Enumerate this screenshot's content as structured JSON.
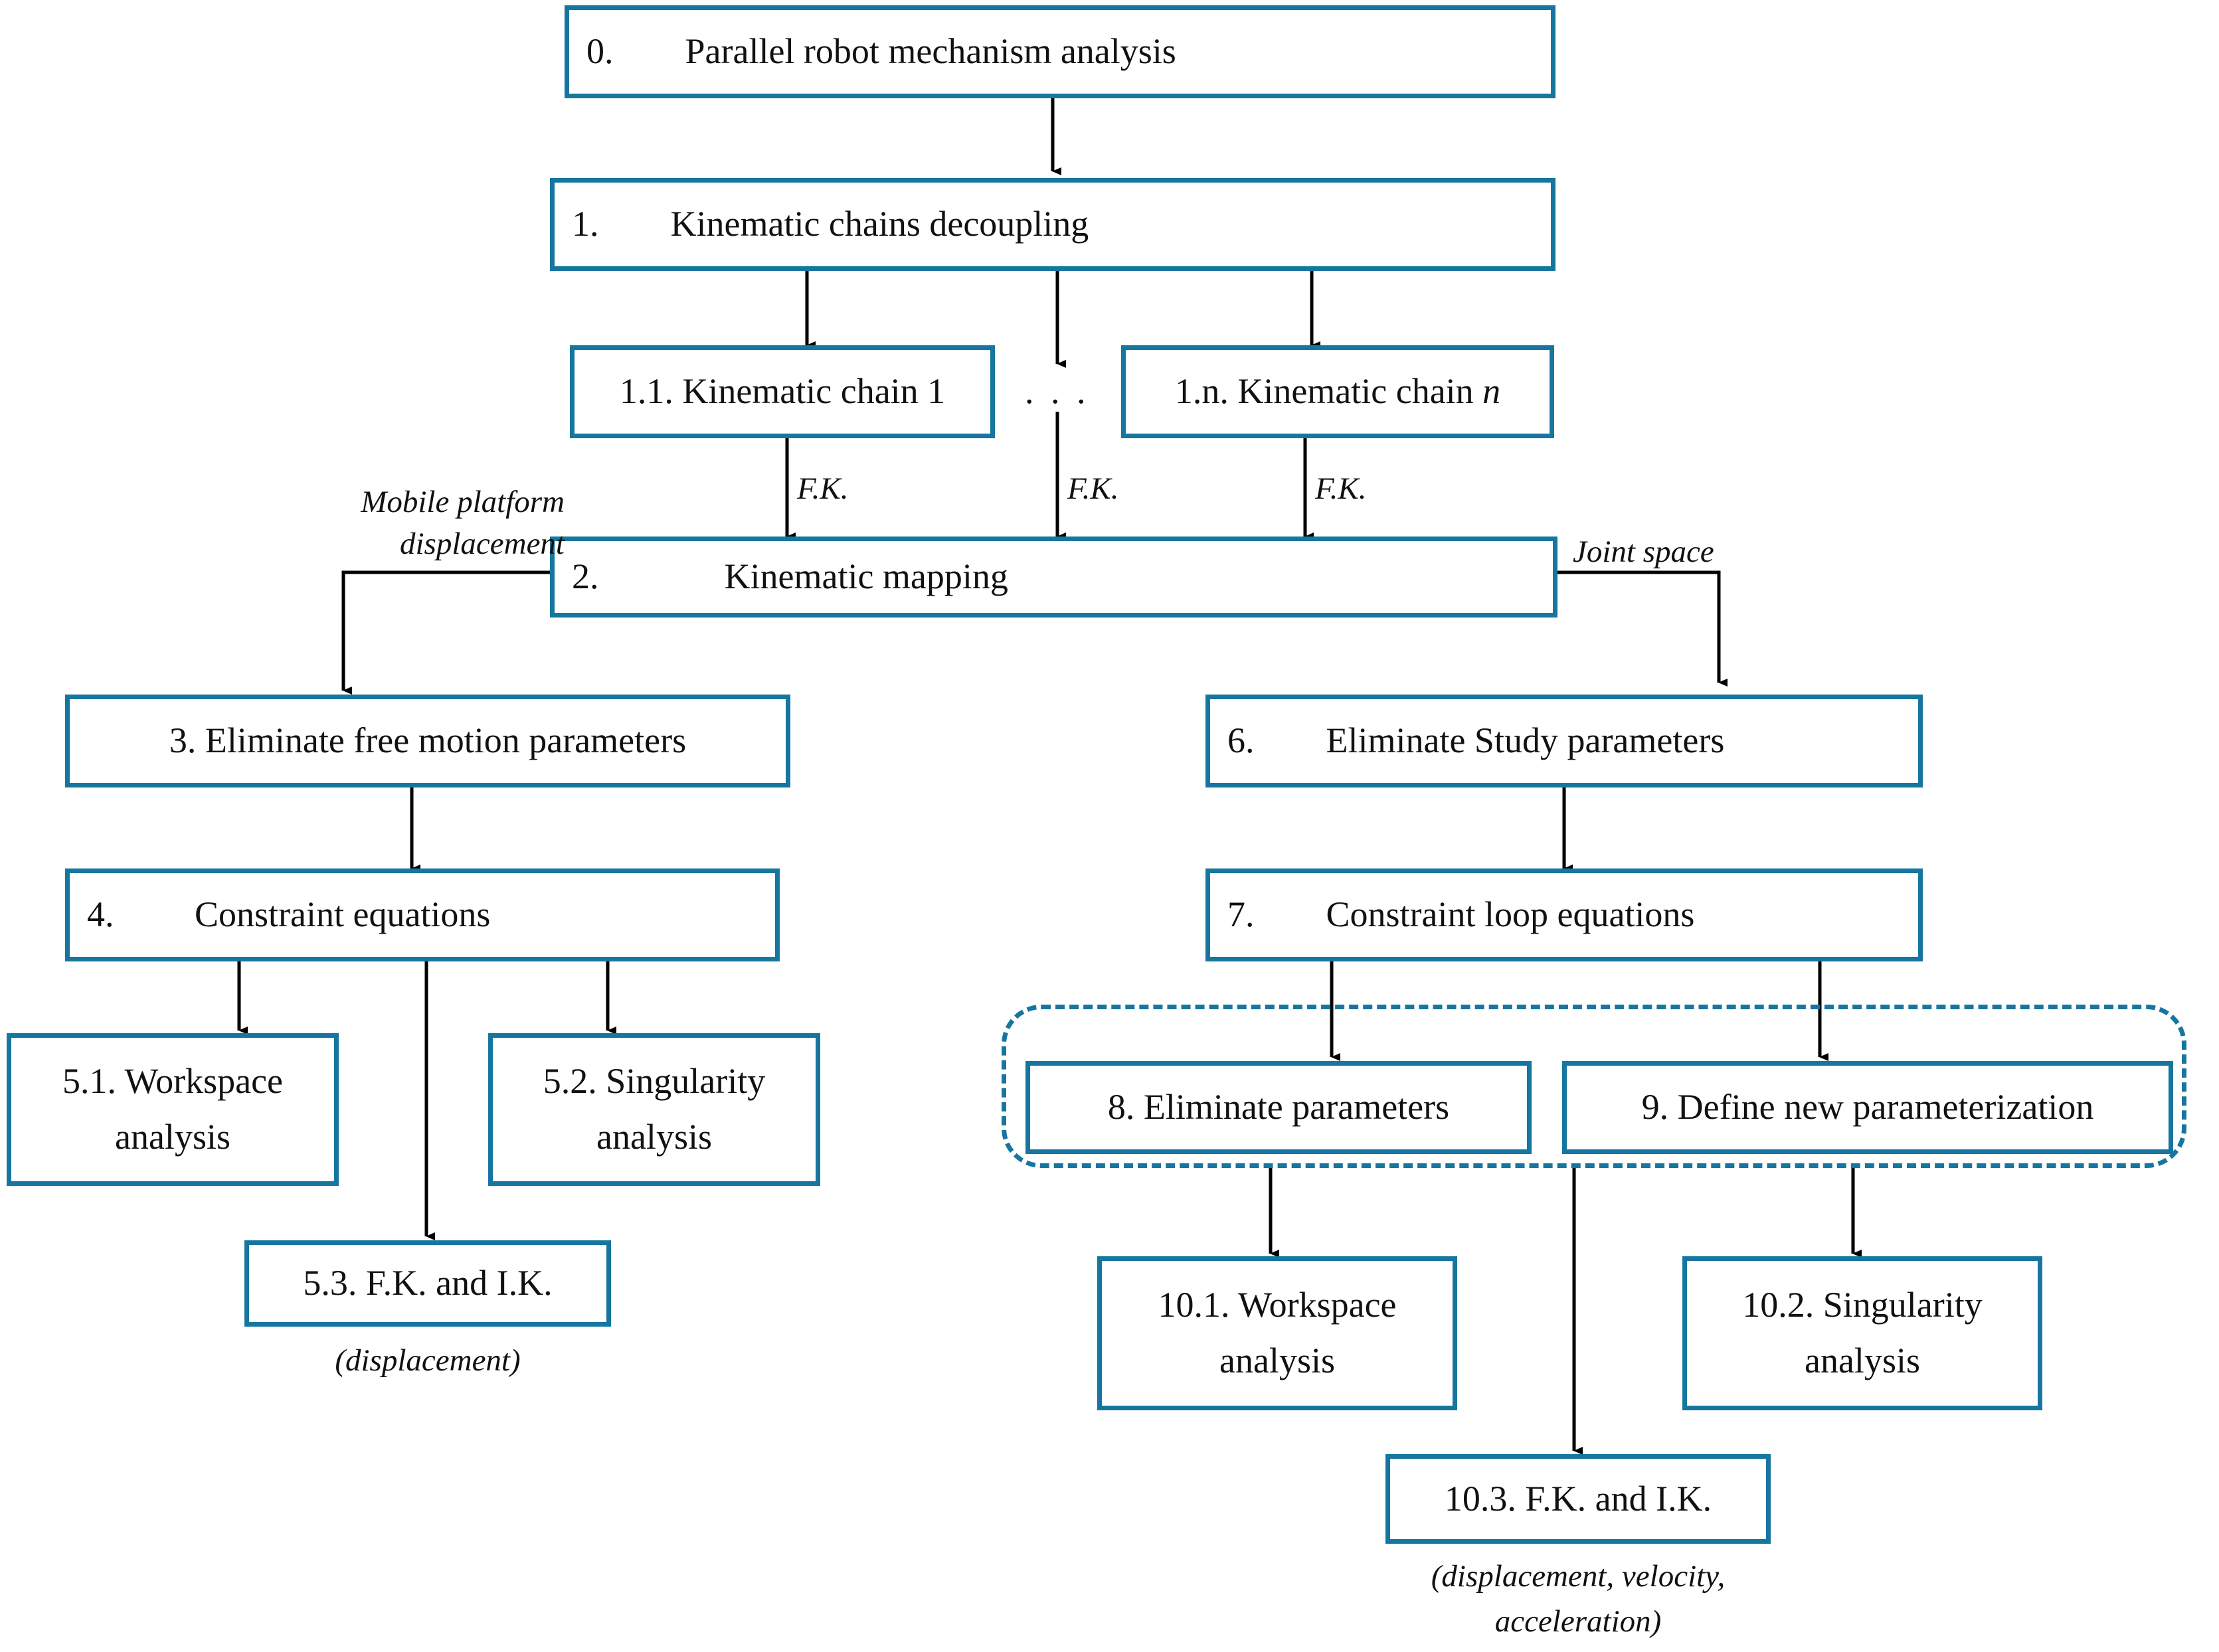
{
  "diagram": {
    "title": "Parallel robot mechanism analysis workflow",
    "accent_color": "#16769f",
    "text_color": "#111111",
    "background": "#ffffff"
  },
  "nodes": {
    "n0": {
      "label": "0.        Parallel robot mechanism analysis"
    },
    "n1": {
      "label": "1.        Kinematic chains decoupling"
    },
    "n11": {
      "label": "1.1. Kinematic chain 1"
    },
    "n1n_prefix": "1.n. Kinematic chain ",
    "n1n_italic": "n",
    "n2": {
      "label": "2.              Kinematic mapping"
    },
    "n3": {
      "label": "3. Eliminate free motion parameters"
    },
    "n4": {
      "label": "4.         Constraint equations"
    },
    "n51": {
      "label": "5.1. Workspace\nanalysis"
    },
    "n52": {
      "label": "5.2. Singularity\nanalysis"
    },
    "n53": {
      "label": "5.3. F.K. and I.K."
    },
    "n6": {
      "label": "6.        Eliminate Study parameters"
    },
    "n7": {
      "label": "7.        Constraint loop equations"
    },
    "n8": {
      "label": "8. Eliminate parameters"
    },
    "n9": {
      "label": "9. Define new parameterization"
    },
    "n101": {
      "label": "10.1. Workspace\nanalysis"
    },
    "n102": {
      "label": "10.2. Singularity\nanalysis"
    },
    "n103": {
      "label": "10.3. F.K. and I.K."
    }
  },
  "edge_labels": {
    "fk_1": "F.K.",
    "fk_2": "F.K.",
    "fk_3": "F.K.",
    "mobile_platform": "Mobile platform\ndisplacement",
    "joint_space": "Joint space",
    "ellipsis": ". . ."
  },
  "captions": {
    "below_53": "(displacement)",
    "below_103": "(displacement, velocity,\nacceleration)"
  }
}
